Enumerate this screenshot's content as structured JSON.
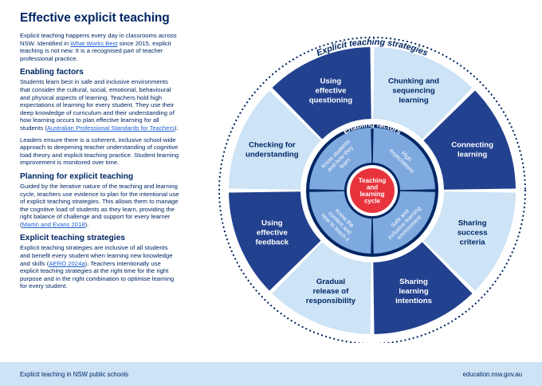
{
  "left": {
    "title": "Effective explicit teaching",
    "intro": {
      "before": "Explicit teaching happens every day in classrooms across NSW. Identified in ",
      "link": "What Works Best",
      "after": " since 2015, explicit teaching is not new. It is a recognised part of teacher professional practice."
    },
    "enabling_heading": "Enabling factors",
    "enabling_p1": {
      "before": "Students learn best in safe and inclusive environments that consider the cultural, social, emotional, behavioural and physical aspects of learning. Teachers hold high expectations of learning for every student. They use their deep knowledge of curriculum and their understanding of how learning occurs to plan effective learning for all students (",
      "link": "Australian Professional Standards for Teachers",
      "after": ")."
    },
    "enabling_p2": "Leaders ensure there is a coherent, inclusive school-wide approach to deepening teacher understanding of cognitive load theory and explicit teaching practice. Student learning improvement is monitored over time.",
    "planning_heading": "Planning for explicit teaching",
    "planning_p": {
      "before": "Guided by the iterative nature of the teaching and learning cycle, teachers use evidence to plan for the intentional use of explicit teaching strategies. This allows them to manage the cognitive load of students as they learn, providing the right balance of challenge and support for every learner (",
      "link": "Martin and Evans 2018",
      "after": ")."
    },
    "strategies_heading": "Explicit teaching strategies",
    "strategies_p": {
      "before": "Explicit teaching strategies are inclusive of all students and benefit every student when learning new knowledge and skills (",
      "link": "AERO 2024a",
      "after": "). Teachers intentionally use explicit teaching strategies at the right time for the right purpose and in the right combination to optimise learning for every student."
    }
  },
  "diagram": {
    "outer_label": "Explicit teaching strategies",
    "inner_label": "Enabling factors",
    "center_label": [
      "Teaching",
      "and",
      "learning",
      "cycle"
    ],
    "strategies": [
      {
        "lines": [
          "Using",
          "effective",
          "questioning"
        ],
        "tone": "dark"
      },
      {
        "lines": [
          "Chunking and",
          "sequencing",
          "learning"
        ],
        "tone": "light"
      },
      {
        "lines": [
          "Connecting",
          "learning"
        ],
        "tone": "dark"
      },
      {
        "lines": [
          "Sharing",
          "success",
          "criteria"
        ],
        "tone": "light"
      },
      {
        "lines": [
          "Sharing",
          "learning",
          "intentions"
        ],
        "tone": "dark"
      },
      {
        "lines": [
          "Gradual",
          "release of",
          "responsibility"
        ],
        "tone": "light"
      },
      {
        "lines": [
          "Using",
          "effective",
          "feedback"
        ],
        "tone": "dark"
      },
      {
        "lines": [
          "Checking for",
          "understanding"
        ],
        "tone": "light"
      }
    ],
    "factors": [
      {
        "lines": [
          "Know students",
          "and how they",
          "learn"
        ]
      },
      {
        "lines": [
          "High",
          "expectations"
        ]
      },
      {
        "lines": [
          "Safe and",
          "inclusive learning",
          "environment"
        ]
      },
      {
        "lines": [
          "Know the",
          "content and",
          "how to teach it"
        ]
      }
    ]
  },
  "footer": {
    "left": "Explicit teaching in NSW public schools",
    "right": "education.nsw.gov.au"
  },
  "colors": {
    "navy": "#002664",
    "dark_segment": "#22418f",
    "light_segment": "#cde3f6",
    "inner_segment": "#7ea9de",
    "center": "#e8333d",
    "link": "#1b5fd6"
  }
}
